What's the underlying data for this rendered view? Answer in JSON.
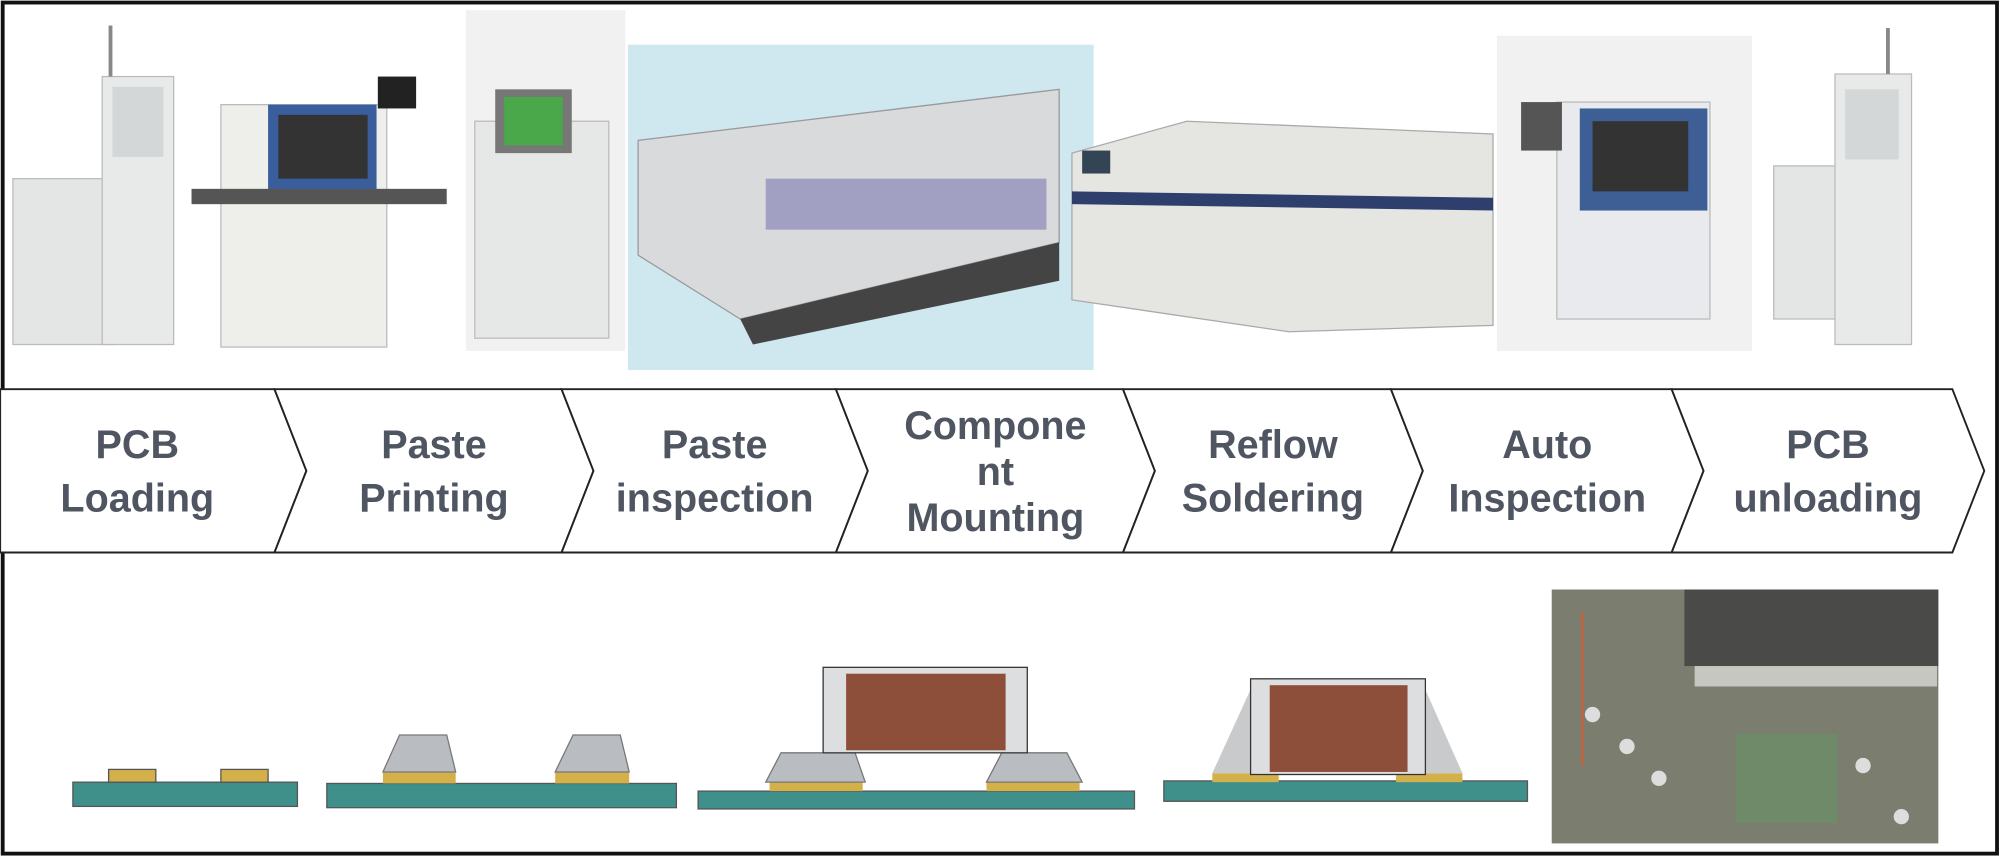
{
  "steps": [
    {
      "lines": [
        "PCB",
        "Loading"
      ]
    },
    {
      "lines": [
        "Paste",
        "Printing"
      ]
    },
    {
      "lines": [
        "Paste",
        "inspection"
      ]
    },
    {
      "lines": [
        "Compone",
        "nt",
        "Mounting"
      ]
    },
    {
      "lines": [
        "Reflow",
        "Soldering"
      ]
    },
    {
      "lines": [
        "Auto",
        "Inspection"
      ]
    },
    {
      "lines": [
        "PCB",
        "unloading"
      ]
    }
  ],
  "colors": {
    "board": "#3f8f8a",
    "pad": "#d4b04a",
    "component": "#8e4f3a",
    "paste": "#b9bcc0",
    "machine": "#e6e8e6",
    "text": "#4f5662"
  }
}
